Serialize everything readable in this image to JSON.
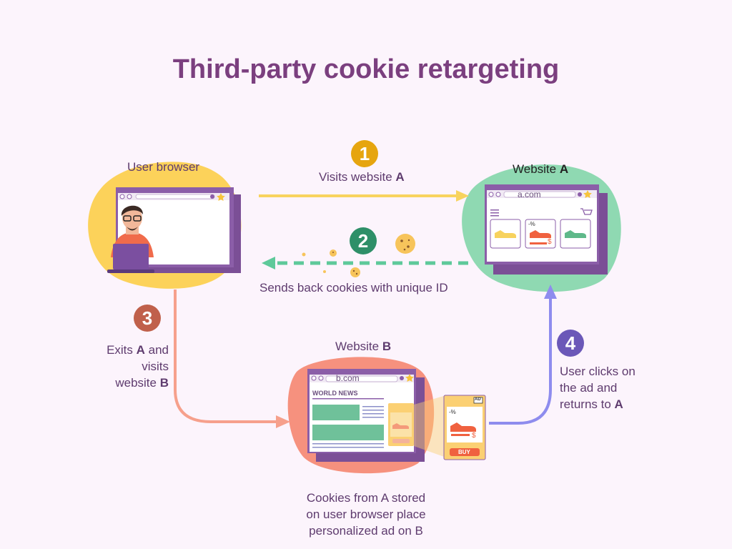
{
  "title": "Third-party cookie retargeting",
  "nodes": {
    "user_browser": "User browser",
    "website_a_prefix": "Website ",
    "website_a_letter": "A",
    "website_b_prefix": "Website ",
    "website_b_letter": "B"
  },
  "steps": [
    {
      "number": "1",
      "line1_prefix": "Visits website ",
      "line1_bold": "A"
    },
    {
      "number": "2",
      "line1_prefix": "Sends back cookies with unique ID"
    },
    {
      "number": "3",
      "line1_prefix": "Exits ",
      "line1_bold": "A",
      "line1_suffix": " and",
      "line2": "visits",
      "line3_prefix": "website ",
      "line3_bold": "B"
    },
    {
      "number": "4",
      "line1": "User clicks on",
      "line2": "the ad and",
      "line3_prefix": "returns to ",
      "line3_bold": "A"
    }
  ],
  "screens": {
    "a_url": "a.com",
    "b_url": "b.com",
    "b_headline": "WORLD NEWS",
    "ad_tag": "AD",
    "ad_discount": "-%",
    "ad_button": "BUY",
    "price_symbol": "$"
  },
  "caption": {
    "line1": "Cookies from A stored",
    "line2": "on user browser place",
    "line3": "personalized ad on B"
  },
  "colors": {
    "title": "#7b3f7f",
    "step1": "#e6a50f",
    "step2": "#2e8f68",
    "step3": "#c0604b",
    "step4": "#6b58b8",
    "arrow1": "#f8d35e",
    "arrow2": "#5ec99a",
    "arrow3": "#f6a08c",
    "arrow4": "#8e8cee",
    "browser_frame": "#7b4f96"
  }
}
